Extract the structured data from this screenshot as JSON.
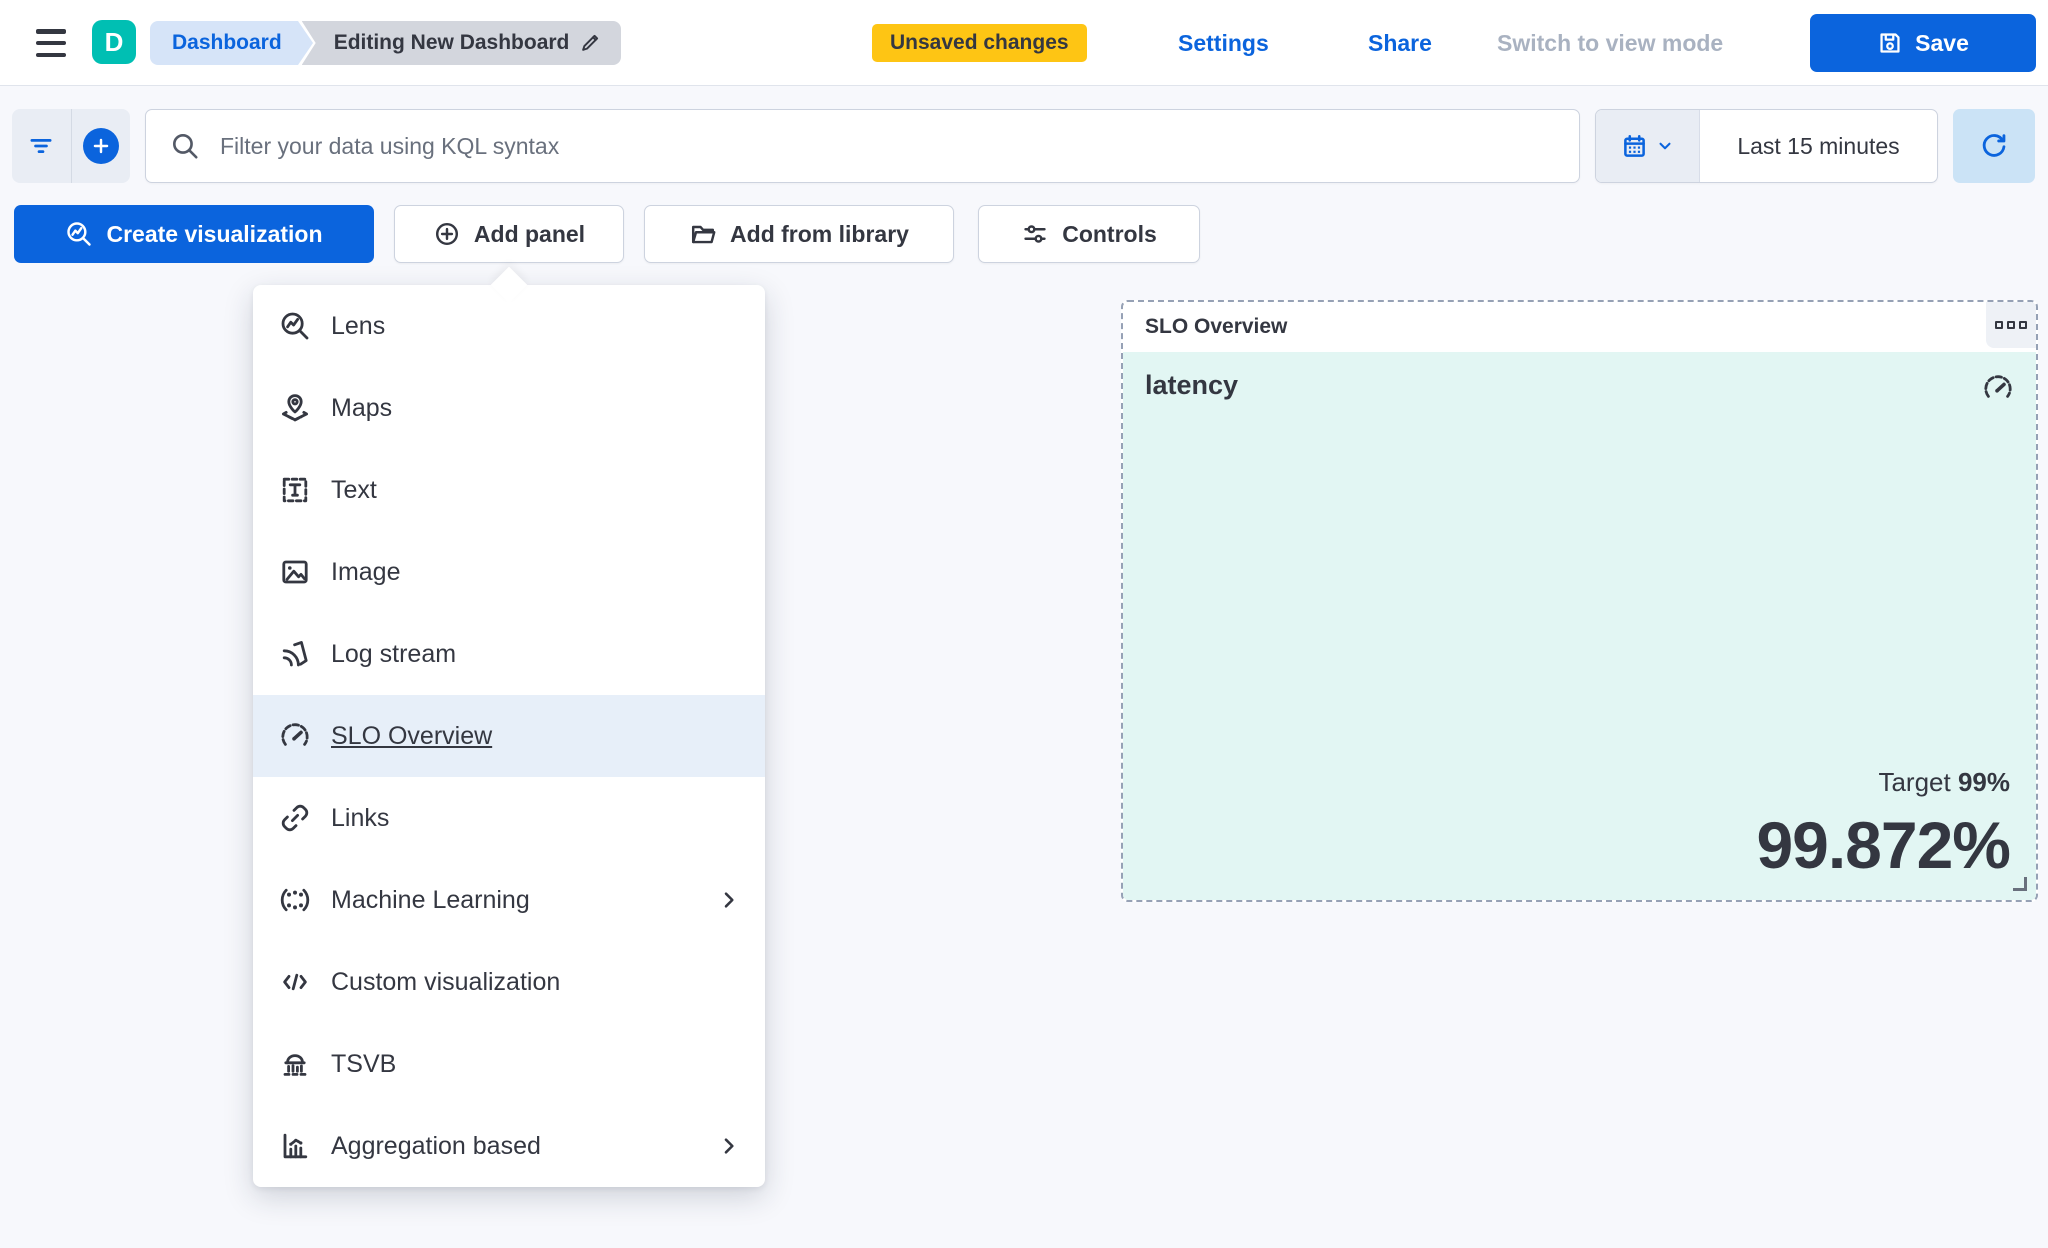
{
  "header": {
    "logo_letter": "D",
    "breadcrumb_dashboard": "Dashboard",
    "breadcrumb_current": "Editing New Dashboard",
    "unsaved_badge": "Unsaved changes",
    "settings_link": "Settings",
    "share_link": "Share",
    "view_mode_label": "Switch to view mode",
    "save_label": "Save"
  },
  "query_bar": {
    "kql_placeholder": "Filter your data using KQL syntax",
    "time_range_label": "Last 15 minutes"
  },
  "toolbar": {
    "create_visualization_label": "Create visualization",
    "add_panel_label": "Add panel",
    "add_from_library_label": "Add from library",
    "controls_label": "Controls"
  },
  "add_panel_menu": {
    "items": [
      {
        "label": "Lens",
        "icon": "lens-icon",
        "selected": false,
        "has_submenu": false
      },
      {
        "label": "Maps",
        "icon": "maps-icon",
        "selected": false,
        "has_submenu": false
      },
      {
        "label": "Text",
        "icon": "text-icon",
        "selected": false,
        "has_submenu": false
      },
      {
        "label": "Image",
        "icon": "image-icon",
        "selected": false,
        "has_submenu": false
      },
      {
        "label": "Log stream",
        "icon": "log-stream-icon",
        "selected": false,
        "has_submenu": false
      },
      {
        "label": "SLO Overview",
        "icon": "gauge-icon",
        "selected": true,
        "has_submenu": false
      },
      {
        "label": "Links",
        "icon": "link-icon",
        "selected": false,
        "has_submenu": false
      },
      {
        "label": "Machine Learning",
        "icon": "machine-learning-icon",
        "selected": false,
        "has_submenu": true
      },
      {
        "label": "Custom visualization",
        "icon": "code-icon",
        "selected": false,
        "has_submenu": false
      },
      {
        "label": "TSVB",
        "icon": "tsvb-icon",
        "selected": false,
        "has_submenu": false
      },
      {
        "label": "Aggregation based",
        "icon": "aggregation-icon",
        "selected": false,
        "has_submenu": true
      }
    ]
  },
  "slo_panel": {
    "panel_title": "SLO Overview",
    "slo_name": "latency",
    "target_label": "Target",
    "target_value": "99%",
    "observed_value": "99.872%"
  },
  "colors": {
    "primary_blue": "#0b64dd",
    "brand_teal": "#00bfb3",
    "warning_yellow": "#fec514",
    "panel_mint": "#e2f6f3",
    "text_dark": "#343741"
  }
}
